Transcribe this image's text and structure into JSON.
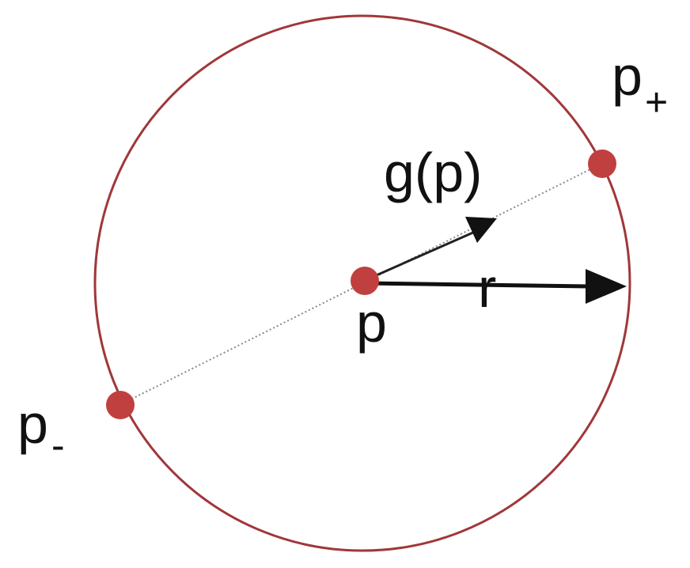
{
  "diagram": {
    "labels": {
      "center": "p",
      "plus_base": "p",
      "plus_sub": "+",
      "minus_base": "p",
      "minus_sub": "-",
      "direction": "g(p)",
      "radius": "r"
    },
    "colors": {
      "circle": "#a0373a",
      "point": "#c0403f",
      "arrow": "#111111",
      "dotted_line": "#8a8a8a",
      "background": "#ffffff"
    }
  }
}
